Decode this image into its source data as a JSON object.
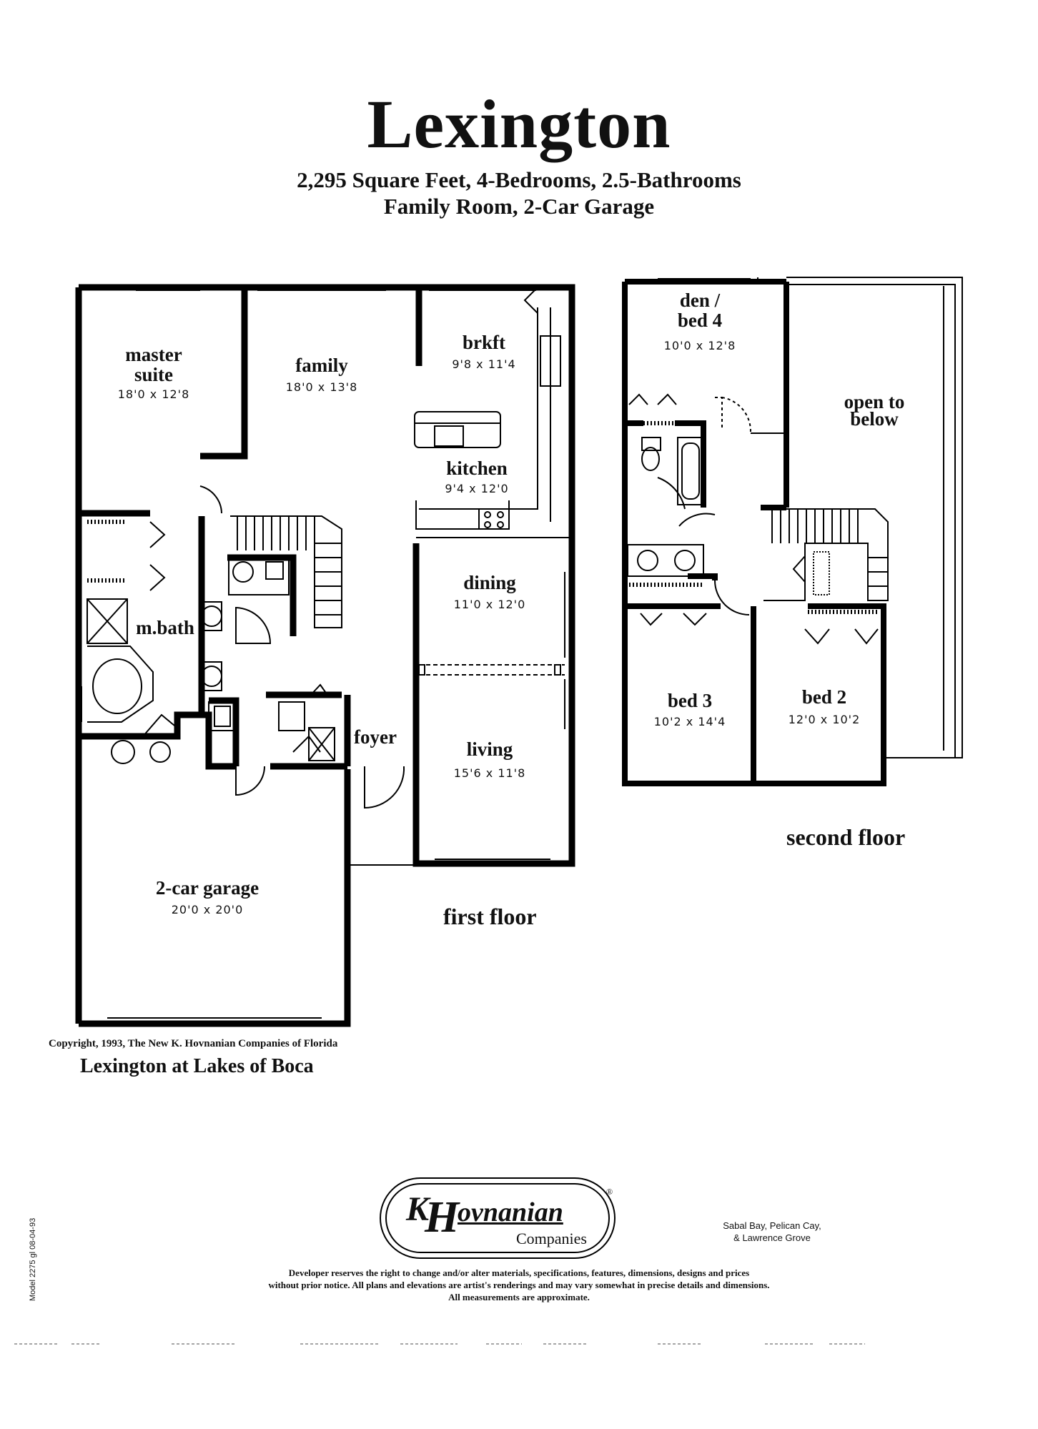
{
  "header": {
    "title": "Lexington",
    "subtitle_line1": "2,295 Square Feet, 4-Bedrooms, 2.5-Bathrooms",
    "subtitle_line2": "Family Room, 2-Car Garage"
  },
  "first_floor": {
    "label": "first floor",
    "rooms": [
      {
        "name": "master",
        "name2": "suite",
        "dims": "18'0 x 12'8"
      },
      {
        "name": "family",
        "dims": "18'0 x 13'8"
      },
      {
        "name": "brkft",
        "dims": "9'8 x 11'4"
      },
      {
        "name": "kitchen",
        "dims": "9'4 x 12'0"
      },
      {
        "name": "dining",
        "dims": "11'0 x 12'0"
      },
      {
        "name": "m.bath"
      },
      {
        "name": "foyer"
      },
      {
        "name": "living",
        "dims": "15'6 x 11'8"
      },
      {
        "name": "2-car garage",
        "dims": "20'0 x 20'0"
      }
    ]
  },
  "second_floor": {
    "label": "second floor",
    "rooms": [
      {
        "name": "den /",
        "name2": "bed 4",
        "dims": "10'0 x 12'8"
      },
      {
        "name": "open to",
        "name2": "below"
      },
      {
        "name": "bed 3",
        "dims": "10'2 x 14'4"
      },
      {
        "name": "bed 2",
        "dims": "12'0 x 10'2"
      }
    ]
  },
  "footer": {
    "copyright": "Copyright, 1993, The New K. Hovnanian Companies of Florida",
    "community": "Lexington at Lakes of Boca",
    "logo_k": "K",
    "logo_h": "H",
    "logo_word": "ovnanian",
    "logo_companies": "Companies",
    "logo_reg": "®",
    "sales_line1": "Sabal Bay, Pelican Cay,",
    "sales_line2": "& Lawrence Grove",
    "disclaimer_line1": "Developer reserves the right to change and/or alter materials, specifications, features, dimensions, designs and prices",
    "disclaimer_line2": "without prior notice.  All plans and elevations are artist's renderings and may vary somewhat in precise details and dimensions.",
    "disclaimer_line3": "All measurements are approximate.",
    "margin_code": "Model 2275 gl   08-04-93"
  }
}
